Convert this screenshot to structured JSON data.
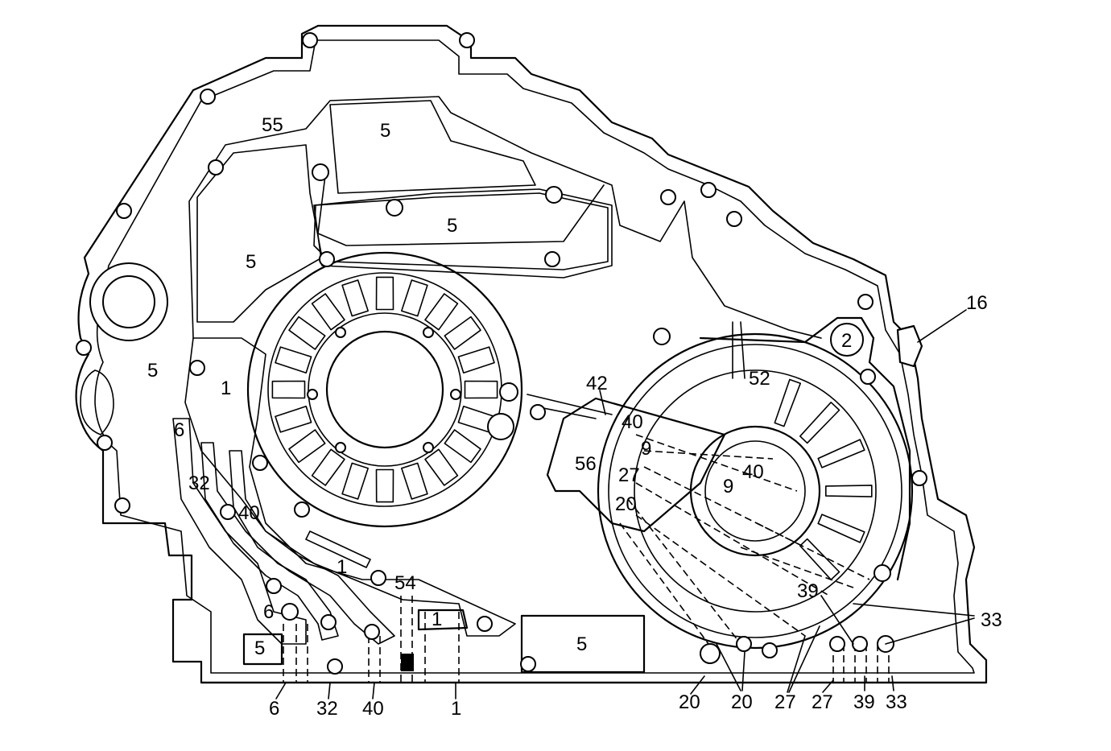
{
  "callouts": {
    "c55": "55",
    "c5a": "5",
    "c5b": "5",
    "c5c": "5",
    "c5d": "5",
    "c5e": "5",
    "c5f": "5",
    "c1a": "1",
    "c1b": "1",
    "c1c": "1",
    "c1d": "1",
    "c6a": "6",
    "c6b": "6",
    "c6c": "6",
    "c32a": "32",
    "c32b": "32",
    "c40a": "40",
    "c40b": "40",
    "c40c": "40",
    "c40d": "40",
    "c54": "54",
    "c42": "42",
    "c9a": "9",
    "c9b": "9",
    "c56": "56",
    "c27a": "27",
    "c27b": "27",
    "c27c": "27",
    "c20a": "20",
    "c20b": "20",
    "c20c": "20",
    "c52": "52",
    "c2": "2",
    "c16": "16",
    "c39a": "39",
    "c39b": "39",
    "c33a": "33",
    "c33b": "33"
  }
}
